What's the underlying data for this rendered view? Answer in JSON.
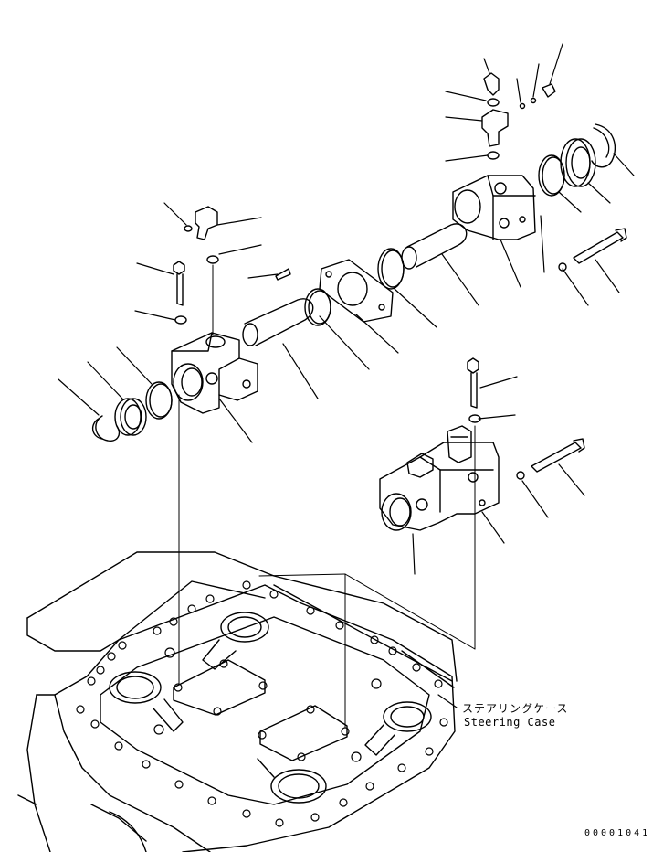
{
  "diagram": {
    "callout_label_jp": "ステアリングケース",
    "callout_label_en": "Steering Case",
    "drawing_code": "00001041"
  }
}
